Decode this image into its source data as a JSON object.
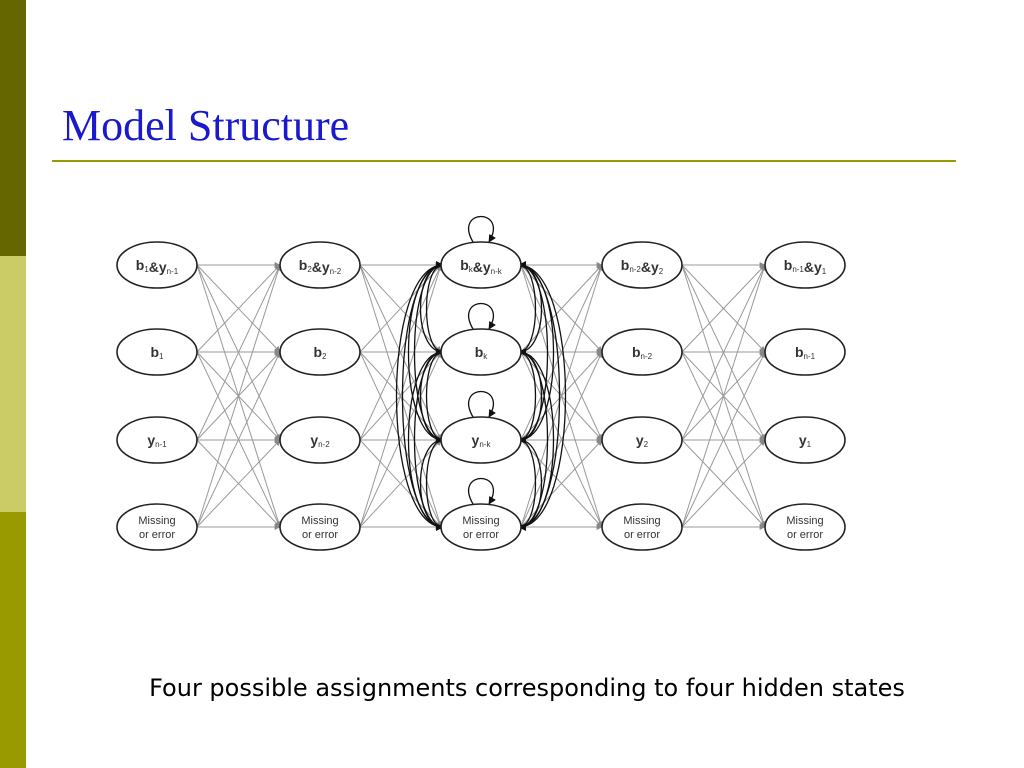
{
  "slide": {
    "title": "Model Structure",
    "caption": "Four possible assignments corresponding to four hidden states"
  },
  "colors": {
    "bar_top": "#666600",
    "bar_middle": "#cccc66",
    "bar_bottom": "#999900",
    "title": "#1a1acc",
    "rule": "#999900"
  },
  "diagram": {
    "columns": [
      {
        "nodes": [
          {
            "base": "b",
            "sub": "1",
            "base2": "&y",
            "sub2": "n-1"
          },
          {
            "base": "b",
            "sub": "1"
          },
          {
            "base": "y",
            "sub": "n-1"
          },
          {
            "line1": "Missing",
            "line2": "or error"
          }
        ]
      },
      {
        "nodes": [
          {
            "base": "b",
            "sub": "2",
            "base2": "&y",
            "sub2": "n-2"
          },
          {
            "base": "b",
            "sub": "2"
          },
          {
            "base": "y",
            "sub": "n-2"
          },
          {
            "line1": "Missing",
            "line2": "or error"
          }
        ]
      },
      {
        "nodes": [
          {
            "base": "b",
            "sub": "k",
            "base2": "&y",
            "sub2": "n-k"
          },
          {
            "base": "b",
            "sub": "k"
          },
          {
            "base": "y",
            "sub": "n-k"
          },
          {
            "line1": "Missing",
            "line2": "or error"
          }
        ]
      },
      {
        "nodes": [
          {
            "base": "b",
            "sub": "n-2",
            "base2": "&y",
            "sub2": "2"
          },
          {
            "base": "b",
            "sub": "n-2"
          },
          {
            "base": "y",
            "sub": "2"
          },
          {
            "line1": "Missing",
            "line2": "or error"
          }
        ]
      },
      {
        "nodes": [
          {
            "base": "b",
            "sub": "n-1",
            "base2": "&y",
            "sub2": "1"
          },
          {
            "base": "b",
            "sub": "n-1"
          },
          {
            "base": "y",
            "sub": "1"
          },
          {
            "line1": "Missing",
            "line2": "or error"
          }
        ]
      }
    ]
  }
}
